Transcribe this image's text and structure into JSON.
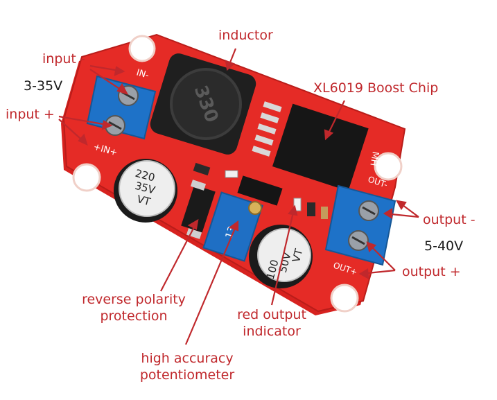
{
  "labels": {
    "inductor": "inductor",
    "chip": "XL6019 Boost Chip",
    "input_minus": "input -",
    "input_voltage": "3-35V",
    "input_plus": "input +",
    "output_minus": "output -",
    "output_voltage": "5-40V",
    "output_plus": "output +",
    "reverse_polarity": "reverse polarity\nprotection",
    "red_indicator": "red output\nindicator",
    "potentiometer": "high accuracy\npotentiometer"
  },
  "board_marks": {
    "in_minus": "IN-",
    "in_plus": "+IN+",
    "out_minus": "OUT-",
    "out_plus": "OUT+",
    "inductor_code": "330",
    "cap1_lines": [
      "220",
      "35V",
      "VT"
    ],
    "cap2_lines": [
      "100",
      "50V",
      "VT"
    ],
    "pot_code": "13",
    "chip_mark": "MH"
  },
  "colors": {
    "annotation": "#c0282c",
    "pcb": "#e52b26",
    "terminal": "#1e72c8"
  }
}
